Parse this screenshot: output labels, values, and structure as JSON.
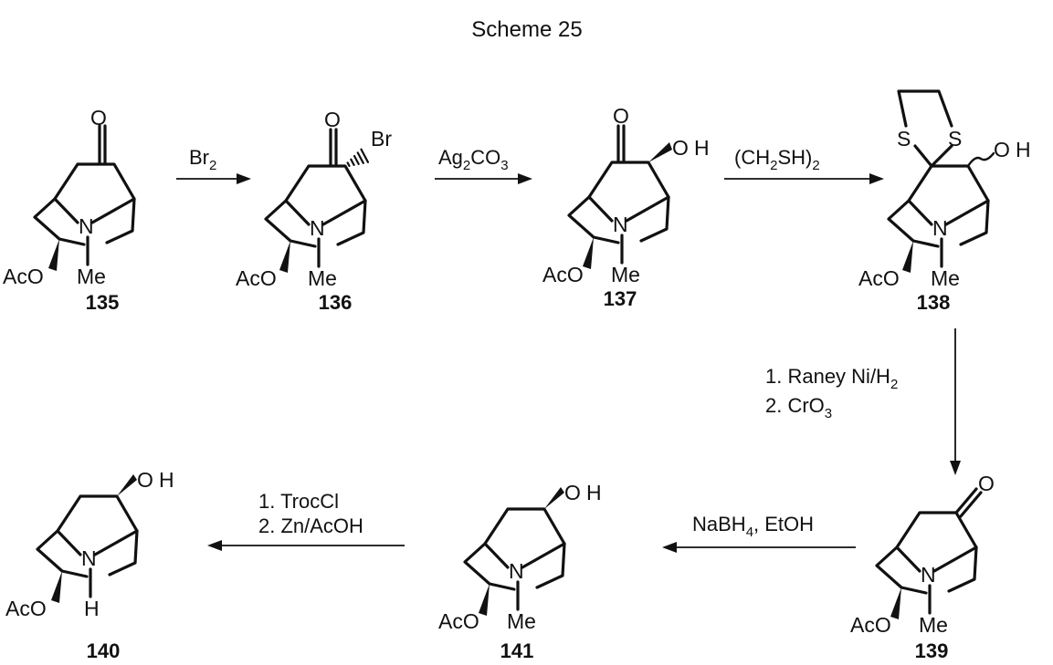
{
  "title": "Scheme 25",
  "compounds": [
    {
      "id": "135",
      "substituents": [
        "O",
        "N",
        "AcO",
        "Me"
      ]
    },
    {
      "id": "136",
      "substituents": [
        "O",
        "Br",
        "N",
        "AcO",
        "Me"
      ]
    },
    {
      "id": "137",
      "substituents": [
        "O",
        "OH",
        "N",
        "AcO",
        "Me"
      ]
    },
    {
      "id": "138",
      "substituents": [
        "S",
        "S",
        "OH",
        "N",
        "AcO",
        "Me"
      ]
    },
    {
      "id": "139",
      "substituents": [
        "O",
        "N",
        "AcO",
        "Me"
      ]
    },
    {
      "id": "141",
      "substituents": [
        "OH",
        "N",
        "AcO",
        "Me"
      ]
    },
    {
      "id": "140",
      "substituents": [
        "OH",
        "N",
        "AcO",
        "H"
      ]
    }
  ],
  "arrows": [
    {
      "from": "135",
      "to": "136",
      "reagents": [
        "Br2"
      ]
    },
    {
      "from": "136",
      "to": "137",
      "reagents": [
        "Ag2CO3"
      ]
    },
    {
      "from": "137",
      "to": "138",
      "reagents": [
        "(CH2SH)2"
      ]
    },
    {
      "from": "138",
      "to": "139",
      "reagents": [
        "1. Raney Ni/H2",
        "2. CrO3"
      ]
    },
    {
      "from": "139",
      "to": "141",
      "reagents": [
        "NaBH4, EtOH"
      ]
    },
    {
      "from": "141",
      "to": "140",
      "reagents": [
        "1. TrocCl",
        "2. Zn/AcOH"
      ]
    }
  ]
}
